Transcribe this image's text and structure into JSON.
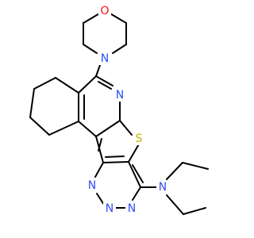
{
  "atoms": {
    "O1": {
      "symbol": "O",
      "color": "#FF0D0D"
    },
    "N1": {
      "symbol": "N",
      "color": "#3050F8"
    },
    "N2": {
      "symbol": "N",
      "color": "#3050F8"
    },
    "S1": {
      "symbol": "S",
      "color": "#C8B400"
    },
    "N3": {
      "symbol": "N",
      "color": "#3050F8"
    },
    "N4": {
      "symbol": "N",
      "color": "#3050F8"
    },
    "N5": {
      "symbol": "N",
      "color": "#3050F8"
    },
    "N6": {
      "symbol": "N",
      "color": "#3050F8"
    }
  }
}
